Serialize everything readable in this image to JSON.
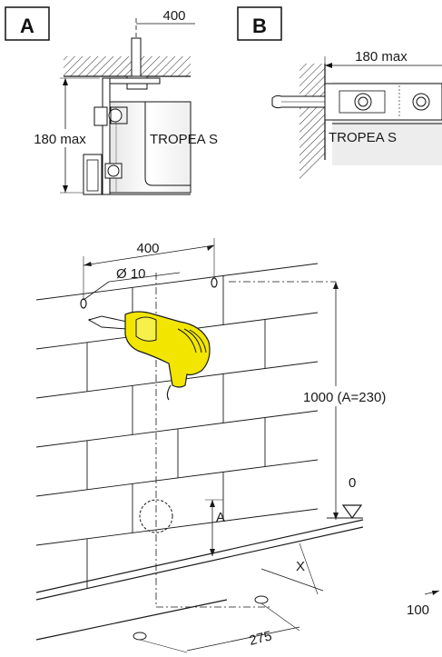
{
  "panel_a": {
    "letter": "A",
    "dim_top": "400",
    "dim_height": "180 max",
    "product": "TROPEA S"
  },
  "panel_b": {
    "letter": "B",
    "dim_width": "180 max",
    "product": "TROPEA S"
  },
  "drilling": {
    "dim_spacing": "400",
    "dim_diameter": "Ø 10",
    "dim_height": "1000 (A=230)",
    "floor_zero": "0",
    "dim_a": "A",
    "dim_x": "X",
    "dim_275": "275",
    "dim_100": "100"
  },
  "colors": {
    "drill_body": "#f2e600",
    "line": "#1a1a1a"
  }
}
